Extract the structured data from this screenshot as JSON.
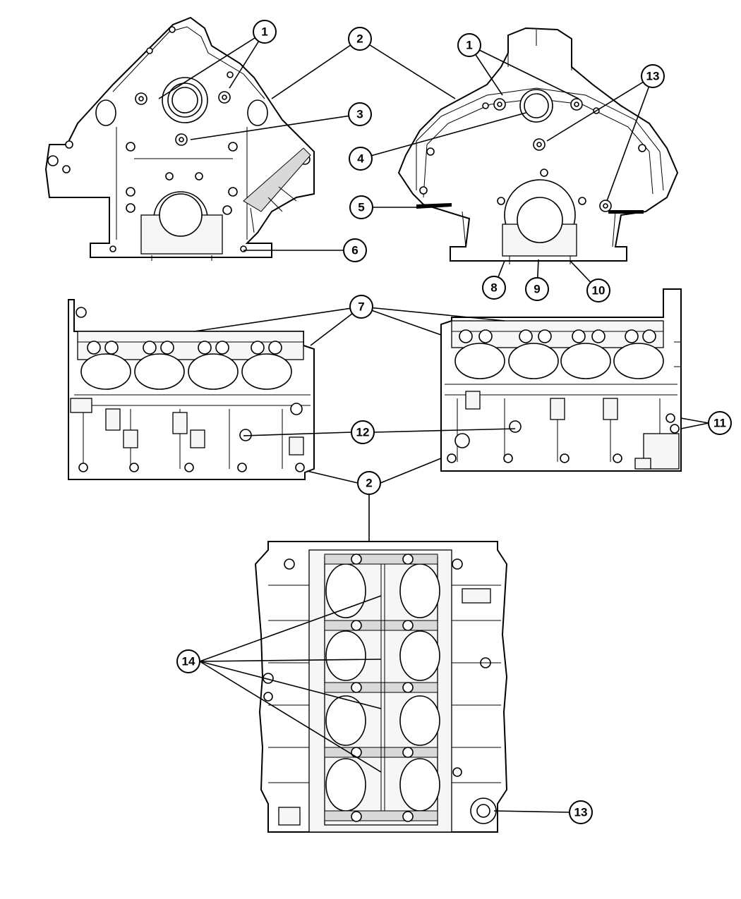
{
  "callouts": {
    "c1a": "1",
    "c2a": "2",
    "c3": "3",
    "c6": "6",
    "c1b": "1",
    "c13a": "13",
    "c4": "4",
    "c5": "5",
    "c8": "8",
    "c9": "9",
    "c10": "10",
    "c7": "7",
    "c12": "12",
    "c11": "11",
    "c2b": "2",
    "c14": "14",
    "c13b": "13"
  }
}
